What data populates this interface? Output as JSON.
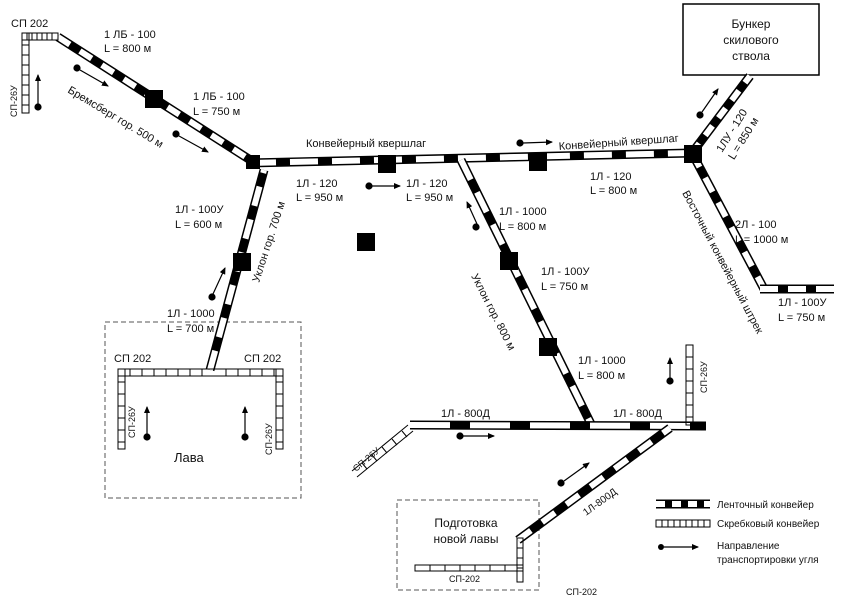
{
  "bunker": {
    "line1": "Бункер",
    "line2": "скилового",
    "line3": "ствола"
  },
  "belts": {
    "lb100_top": {
      "name": "1 ЛБ - 100",
      "len": "L = 800 м"
    },
    "lb100_mid": {
      "name": "1 ЛБ - 100",
      "len": "L = 750 м"
    },
    "l120_a": {
      "name": "1Л - 120",
      "len": "L = 950 м"
    },
    "l120_b": {
      "name": "1Л - 120",
      "len": "L = 950 м"
    },
    "l120_c": {
      "name": "1Л - 120",
      "len": "L = 800 м"
    },
    "lu120": {
      "name": "1ЛУ - 120",
      "len": "L = 850 м"
    },
    "l100u_left": {
      "name": "1Л - 100У",
      "len": "L = 600 м"
    },
    "l1000_left": {
      "name": "1Л - 1000",
      "len": "L = 700 м"
    },
    "l1000_center": {
      "name": "1Л - 1000",
      "len": "L = 800 м"
    },
    "l100u_center": {
      "name": "1Л - 100У",
      "len": "L = 750 м"
    },
    "l1000_lower": {
      "name": "1Л - 1000",
      "len": "L = 800 м"
    },
    "l2_100": {
      "name": "2Л - 100",
      "len": "L = 1000 м"
    },
    "l100u_right": {
      "name": "1Л - 100У",
      "len": "L = 750 м"
    },
    "l800d_left": {
      "name": "1Л - 800Д"
    },
    "l800d_right": {
      "name": "1Л - 800Д"
    },
    "l800d_diag": {
      "name": "1Л-800Д"
    }
  },
  "roads": {
    "bremsberg": "Бремсберг гор. 500 м",
    "konveier_left": "Конвейерный квершлаг",
    "konveier_right": "Конвейерный квершлаг",
    "uklon_700": "Уклон гор. 700 м",
    "uklon_800": "Уклон гор. 800 м",
    "vostochny": "Восточный конвейерный штрек"
  },
  "scrapers": {
    "sp202_top": "СП 202",
    "sp26u_topleft": "СП-26У",
    "sp202_lava_left": "СП 202",
    "sp202_lava_right": "СП 202",
    "sp26u_lava_left": "СП-26У",
    "sp26u_lava_right": "СП-26У",
    "sp26u_right": "СП-26У",
    "sp26u_bottomleft": "СП-26У",
    "sp202_prep": "СП-202",
    "sp202_bottom": "СП-202"
  },
  "areas": {
    "lava": "Лава",
    "prep_line1": "Подготовка",
    "prep_line2": "новой лавы"
  },
  "legend": {
    "belt": "Ленточный конвейер",
    "scraper": "Скребковый конвейер",
    "direction_line1": "Направление",
    "direction_line2": "транспортировки угля"
  }
}
